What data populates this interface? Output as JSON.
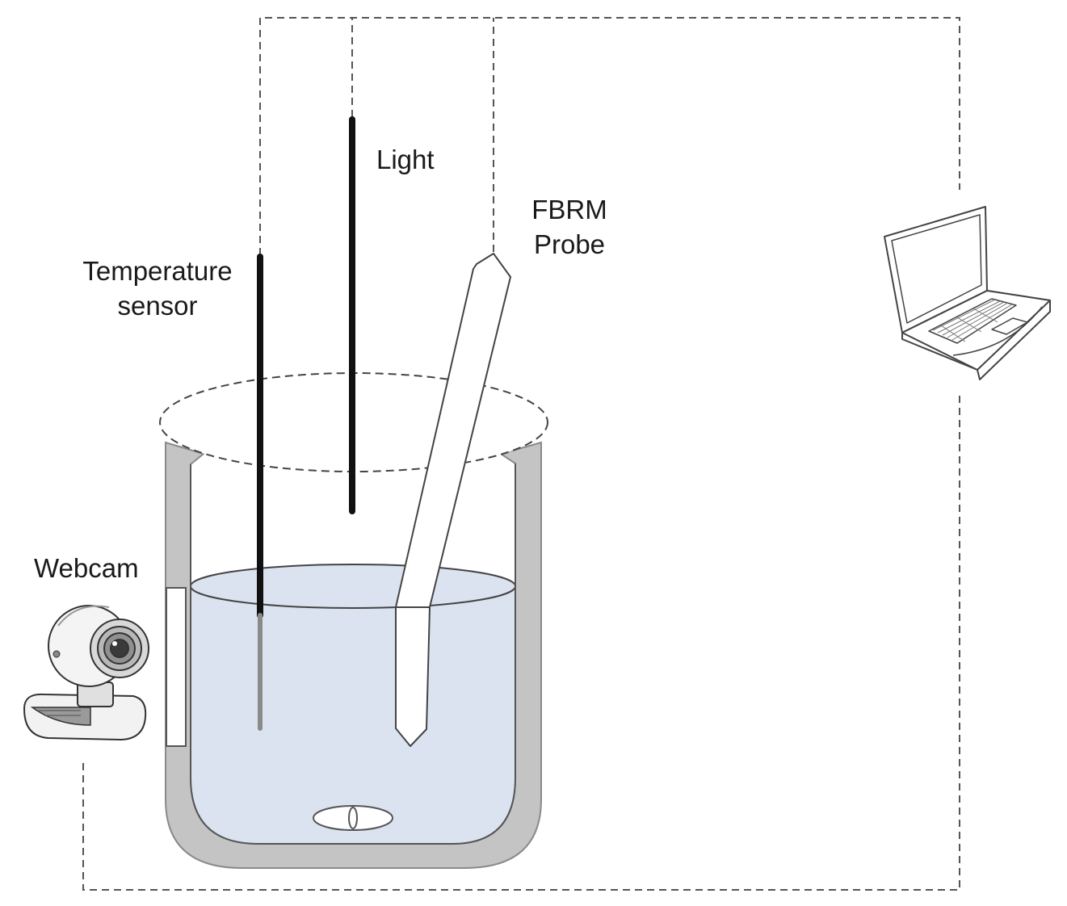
{
  "labels": {
    "light": "Light",
    "fbrm_line1": "FBRM",
    "fbrm_line2": "Probe",
    "temp_line1": "Temperature",
    "temp_line2": "sensor",
    "webcam": "Webcam"
  },
  "icons": {
    "webcam": "webcam-icon",
    "laptop": "laptop-icon",
    "stirrer": "stir-bar-icon"
  },
  "colors": {
    "liquid": "#dae3ef",
    "jacket": "#c4c4c4",
    "sensor_rod": "#111111",
    "sensor_submerged": "#8a8a8a",
    "connection_line": "#555555"
  }
}
